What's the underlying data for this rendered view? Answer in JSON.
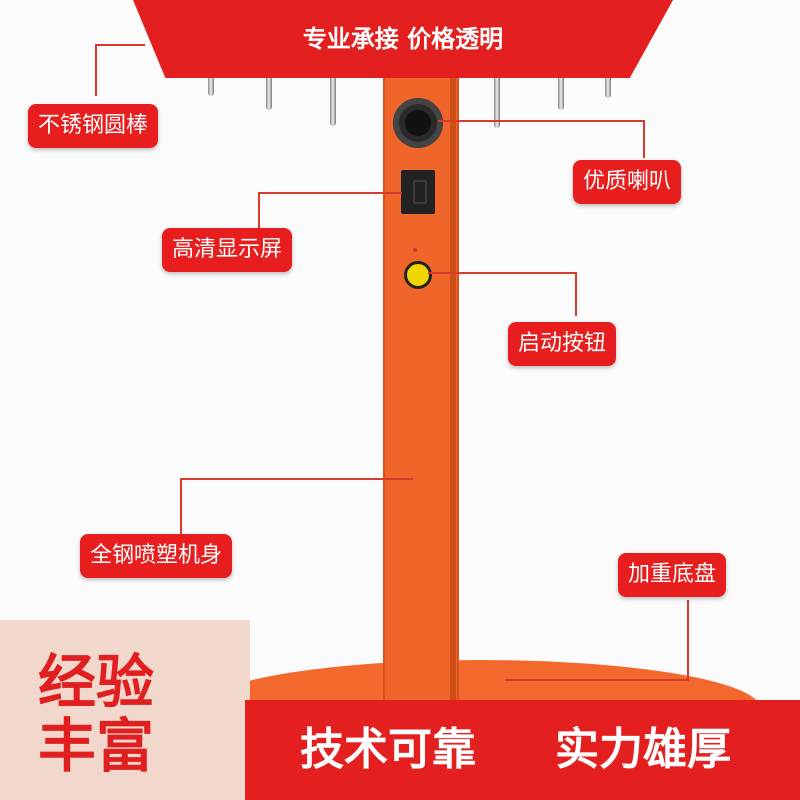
{
  "banner": {
    "text": "专业承接 价格透明"
  },
  "labels": {
    "rod": "不锈钢圆棒",
    "speaker": "优质喇叭",
    "display": "高清显示屏",
    "start_button": "启动按钮",
    "body": "全钢喷塑机身",
    "base": "加重底盘"
  },
  "corner": {
    "line1": "经验",
    "line2": "丰富"
  },
  "bottom": {
    "left": "技术可靠",
    "right": "实力雄厚"
  },
  "colors": {
    "accent": "#e31f1f",
    "machine": "#f0662a",
    "button": "#f2d400"
  }
}
